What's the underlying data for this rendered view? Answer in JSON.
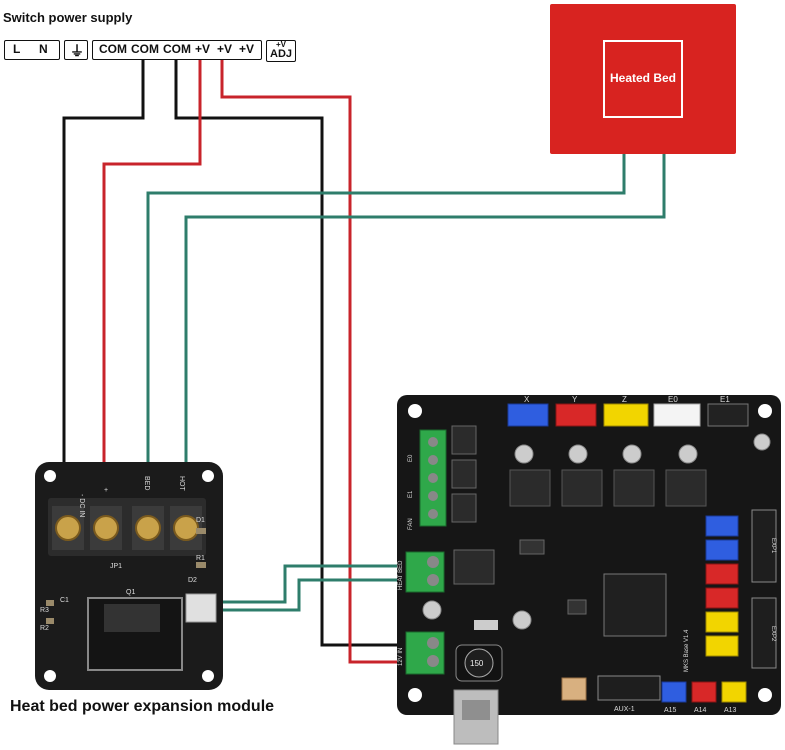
{
  "power_supply": {
    "title": "Switch power supply",
    "terminals": [
      "L",
      "N",
      "⏚",
      "COM",
      "COM",
      "COM",
      "+V",
      "+V",
      "+V"
    ],
    "adj_top": "+V",
    "adj_bottom": "ADJ"
  },
  "heated_bed": {
    "label": "Heated Bed"
  },
  "module": {
    "caption": "Heat bed power expansion module",
    "labels": [
      "- DC IN",
      "+",
      "BED",
      "HOT",
      "JP1",
      "D1",
      "D2",
      "R1",
      "R2",
      "R3",
      "Q1",
      "C1"
    ]
  },
  "board": {
    "name": "MKS Base V1.4",
    "connectors": [
      "X",
      "Y",
      "Z",
      "E0",
      "E1"
    ],
    "analog_labels": [
      "A15",
      "A14",
      "A13"
    ],
    "aux": "AUX-1",
    "exp": "EXP1",
    "exp2": "EXP2",
    "inductor": "150",
    "side_labels": [
      "HEAT BED",
      "12V IN",
      "E0",
      "E1",
      "FAN"
    ]
  },
  "colors": {
    "red_wire": "#c8242b",
    "black_wire": "#111111",
    "green_wire": "#2e7d6b",
    "bed": "#d82320"
  }
}
